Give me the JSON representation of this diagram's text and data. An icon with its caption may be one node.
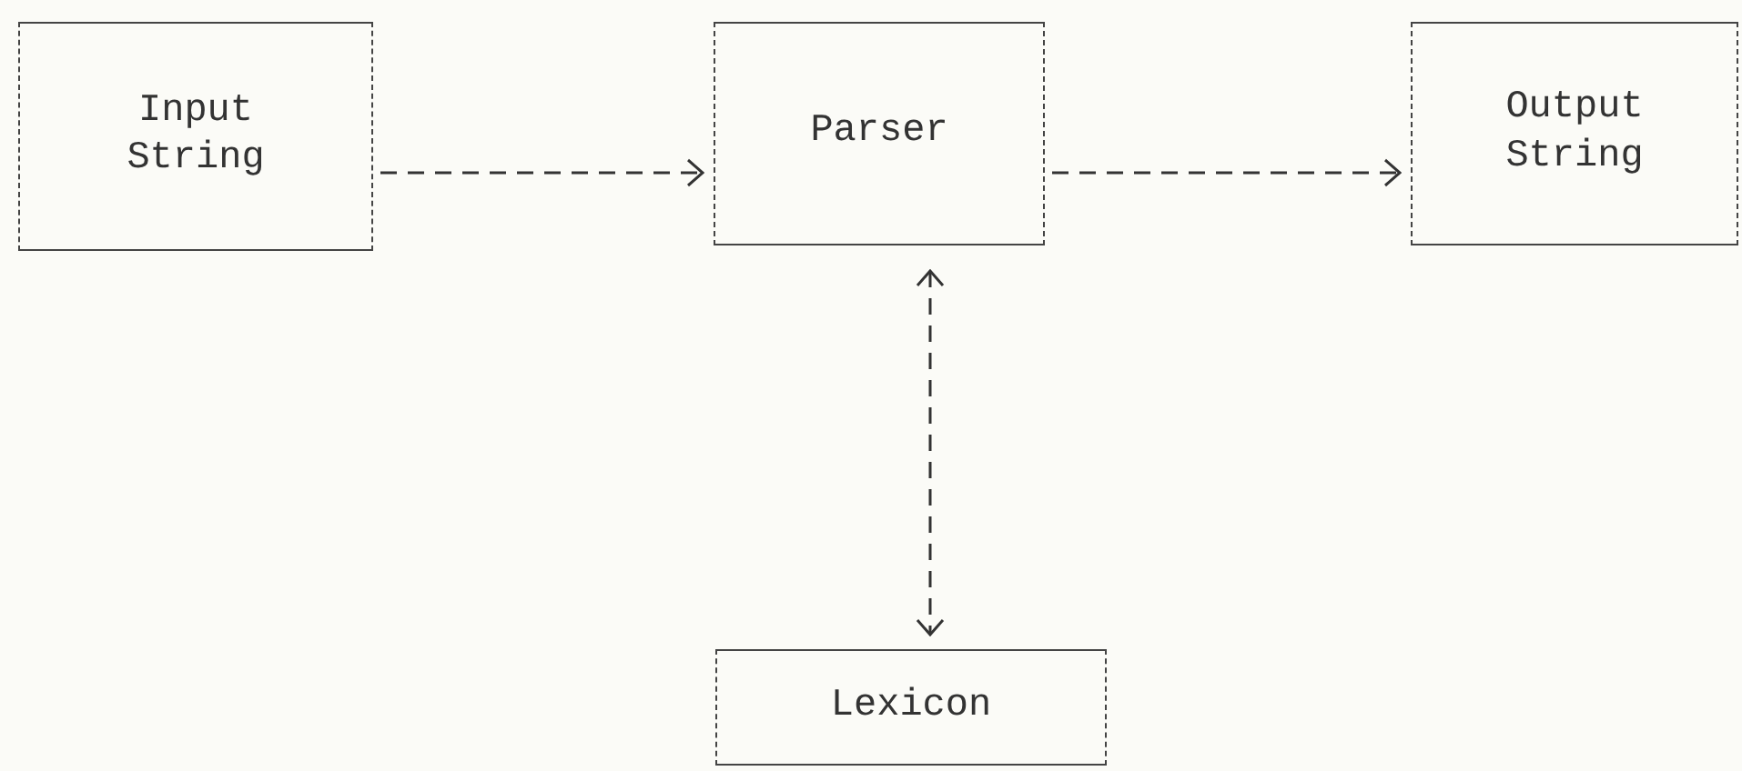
{
  "diagram": {
    "nodes": [
      {
        "text": [
          "Input String"
        ]
      },
      {
        "text": [
          "Parser"
        ]
      },
      {
        "text": [
          "Output String"
        ]
      },
      {
        "text": [
          "Lexicon"
        ]
      }
    ],
    "edges": [
      {
        "from": 0,
        "to": 1,
        "arrow": "to",
        "style": "dashed"
      },
      {
        "from": 1,
        "to": 2,
        "arrow": "to",
        "style": "dashed"
      },
      {
        "from": 1,
        "to": 3,
        "arrow": "both",
        "style": "dashed"
      }
    ]
  }
}
